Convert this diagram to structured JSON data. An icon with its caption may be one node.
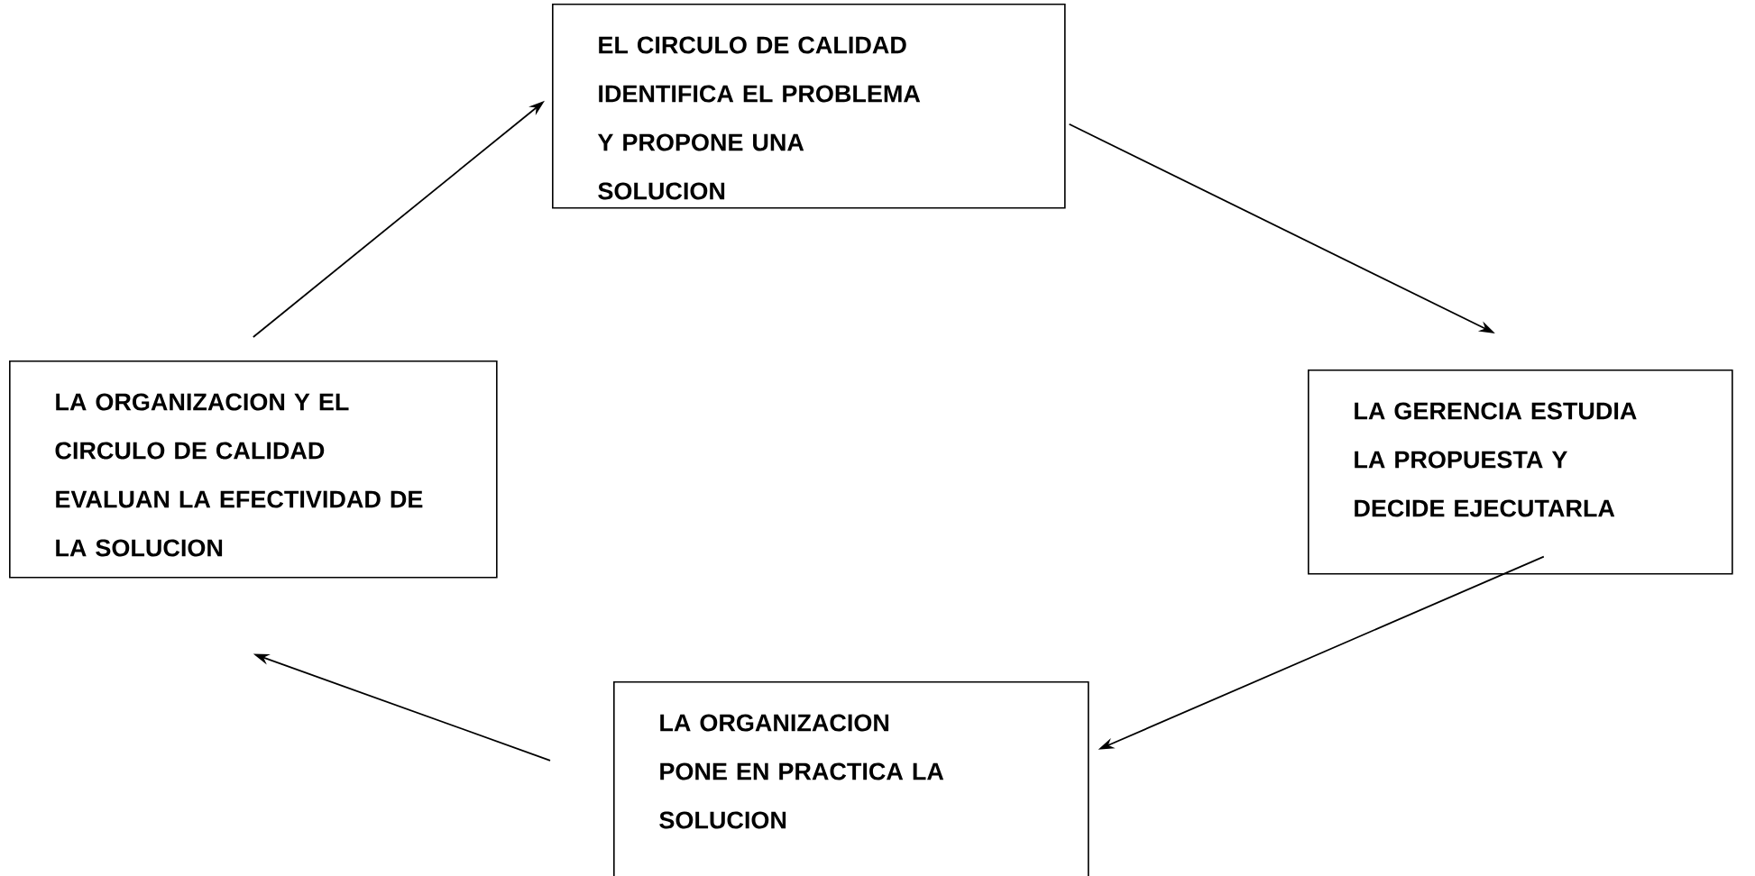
{
  "diagram": {
    "nodes": [
      {
        "text": [
          "EL CIRCULO DE CALIDAD IDENTIFICA EL PROBLEMA Y PROPONE UNA SOLUCION"
        ]
      },
      {
        "text": [
          "LA GERENCIA ESTUDIA LA PROPUESTA Y DECIDE EJECUTARLA"
        ]
      },
      {
        "text": [
          "LA ORGANIZACION PONE EN PRACTICA LA SOLUCION"
        ]
      },
      {
        "text": [
          "LA ORGANIZACION Y EL CIRCULO DE CALIDAD EVALUAN LA EFECTIVIDAD DE LA SOLUCION"
        ]
      }
    ],
    "edges": [
      {
        "from": 0,
        "to": 1,
        "arrow": "to"
      },
      {
        "from": 1,
        "to": 2,
        "arrow": "to"
      },
      {
        "from": 2,
        "to": 3,
        "arrow": "to"
      },
      {
        "from": 3,
        "to": 0,
        "arrow": "to"
      }
    ]
  }
}
